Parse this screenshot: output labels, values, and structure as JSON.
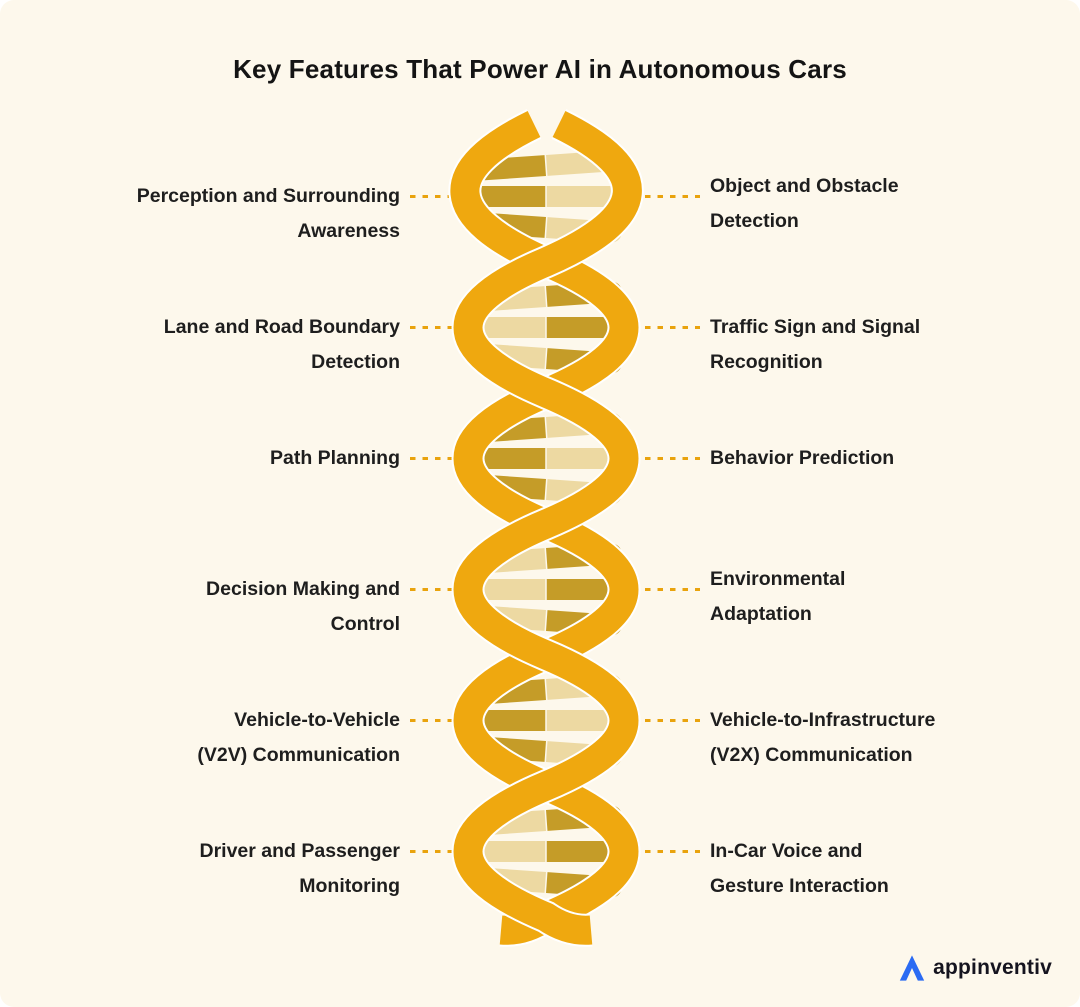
{
  "title": "Key Features That Power AI in Autonomous Cars",
  "features": [
    {
      "left": [
        "Perception and Surrounding",
        "Awareness"
      ],
      "right": [
        "Object and Obstacle",
        "Detection"
      ]
    },
    {
      "left": [
        "Lane and Road Boundary",
        "Detection"
      ],
      "right": [
        "Traffic Sign and Signal",
        "Recognition"
      ]
    },
    {
      "left": [
        "Path Planning"
      ],
      "right": [
        "Behavior Prediction"
      ]
    },
    {
      "left": [
        "Decision Making and",
        "Control"
      ],
      "right": [
        "Environmental",
        "Adaptation"
      ]
    },
    {
      "left": [
        "Vehicle-to-Vehicle",
        "(V2V) Communication"
      ],
      "right": [
        "Vehicle-to-Infrastructure",
        "(V2X) Communication"
      ]
    },
    {
      "left": [
        "Driver and Passenger",
        "Monitoring"
      ],
      "right": [
        "In-Car Voice and",
        "Gesture Interaction"
      ]
    }
  ],
  "logo": {
    "brand": "appinventiv"
  },
  "colors": {
    "background": "#FDF8EC",
    "helix_strand": "#EFA80F",
    "helix_outline": "#FFFFFF",
    "rung_dark": "#C59C28",
    "rung_light": "#EDD9A2",
    "connector": "#E9A30D",
    "text": "#1E1E1E",
    "logo_blue": "#2B6BF3"
  }
}
